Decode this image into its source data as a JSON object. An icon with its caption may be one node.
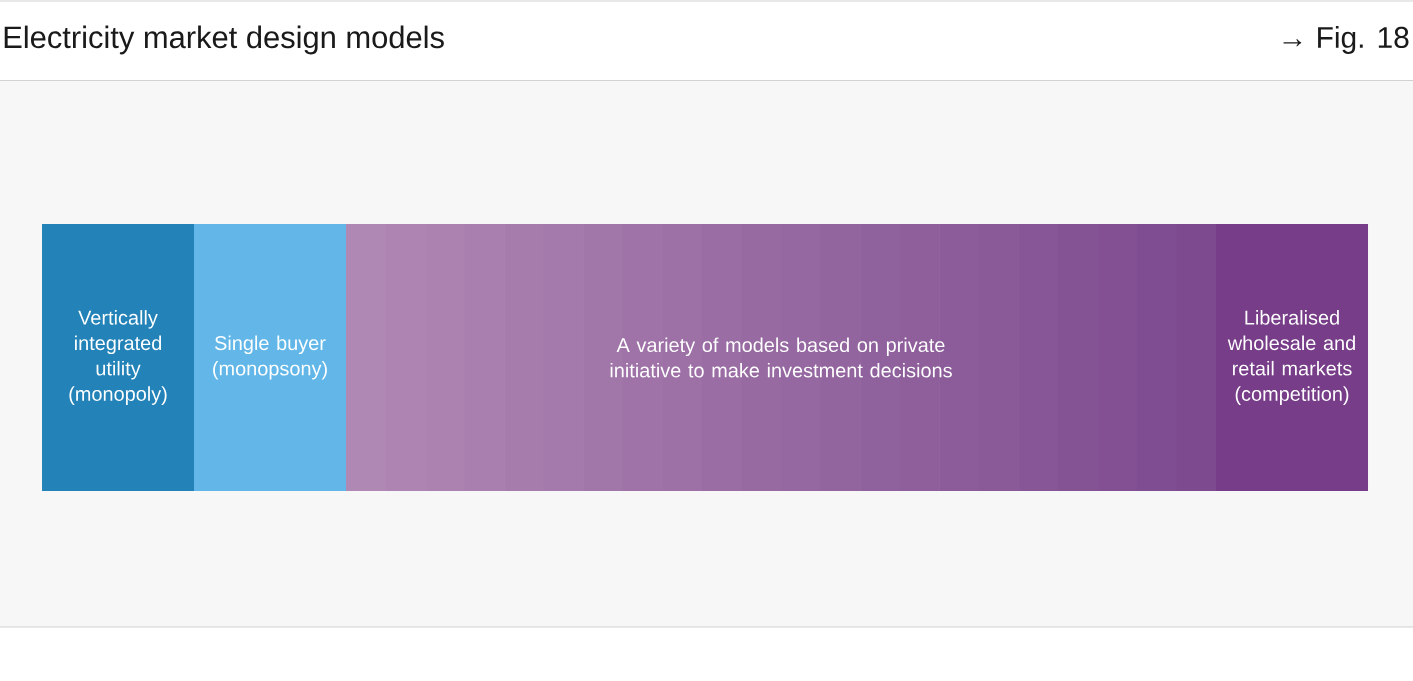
{
  "diagram": {
    "title": "Electricity market design models",
    "nodes": [
      {
        "text": [
          "Vertically integrated utility (monopoly)"
        ]
      },
      {
        "text": [
          "Single buyer (monopsony)"
        ]
      },
      {
        "text": [
          "A variety of models based on private initiative to make investment decisions"
        ]
      },
      {
        "text": [
          "Liberalised wholesale and retail markets (competition)"
        ]
      }
    ],
    "labels": [
      "→ Fig. 18"
    ]
  }
}
